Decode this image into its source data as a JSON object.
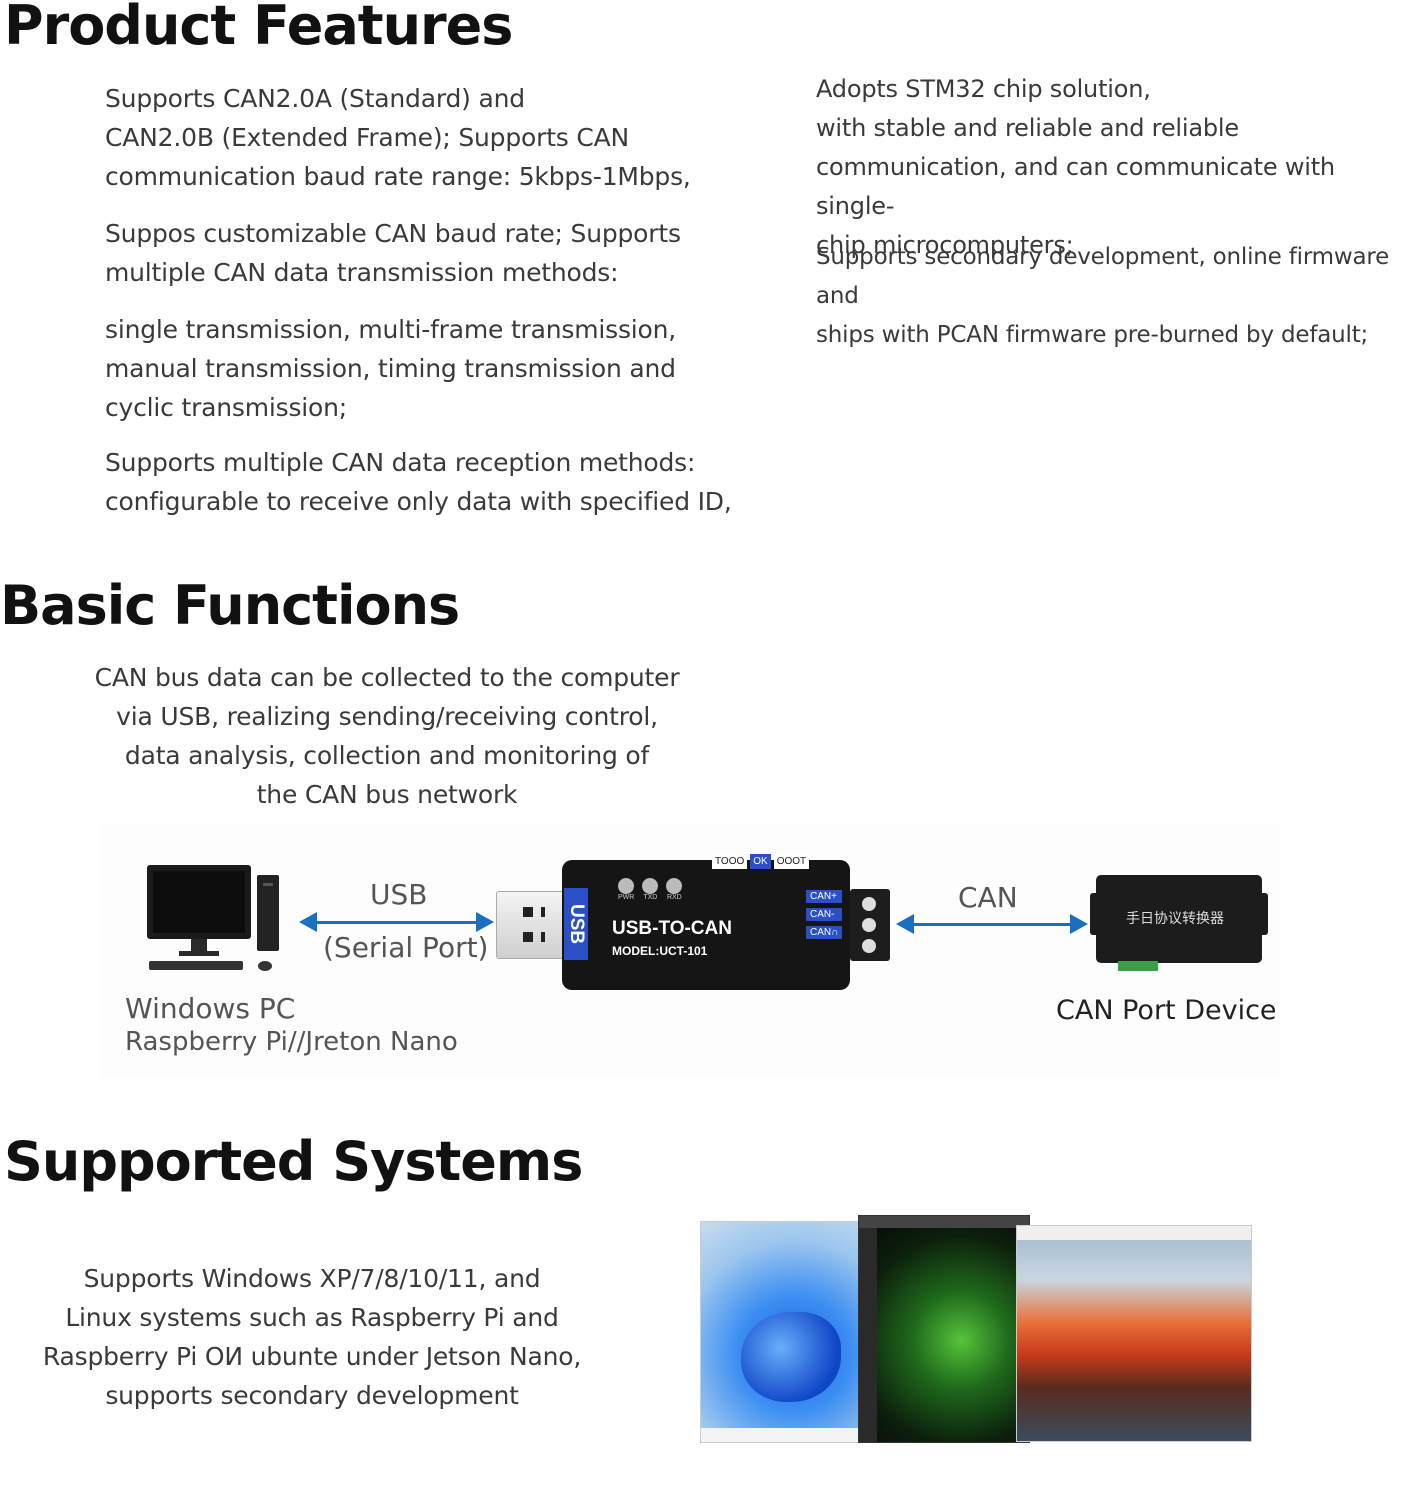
{
  "features": {
    "title": "Product Features",
    "left": [
      [
        "Supports CAN2.0A (Standard) and",
        "CAN2.0B (Extended Frame); Supports CAN",
        "communication baud rate range: 5kbps-1Mbps,"
      ],
      [
        "Suppos customizable CAN baud rate; Supports",
        "multiple CAN data transmission methods:"
      ],
      [
        "single transmission, multi-frame transmission,",
        "manual transmission, timing transmission and",
        "cyclic transmission;"
      ],
      [
        "Supports multiple CAN data reception methods:",
        "configurable to receive only data with specified ID,"
      ]
    ],
    "right": [
      [
        "Adopts STM32  chip solution,",
        "with stable and reliable and reliable",
        "communication, and can communicate with single-",
        "chip microcomputers;"
      ],
      [
        "Supports secondary development, online firmware and",
        "ships with PCAN firmware pre-burned by default;"
      ]
    ]
  },
  "basic": {
    "title": "Basic Functions",
    "lines": [
      "CAN bus data can be collected to the computer",
      "via USB, realizing sending/receiving control,",
      "data analysis, collection and monitoring of",
      "the CAN bus network"
    ]
  },
  "diagram": {
    "usb_label": "USB",
    "serial_label": "(Serial Port)",
    "can_label": "CAN",
    "pc_line1": "Windows PC",
    "pc_line2": "Raspberry Pi//Jreton Nano",
    "device_label": "CAN Port Device",
    "dongle_side": "USB",
    "dongle_title": "USB-TO-CAN",
    "dongle_model": "MODEL:UCT-101",
    "dongle_top": [
      "TOOO",
      "OK",
      "OOOT"
    ],
    "dongle_leds": [
      "PWR",
      "TXD",
      "RXD"
    ],
    "dongle_ports": [
      "CAN+",
      "CAN-",
      "CAN∩"
    ],
    "device_text": "手日协议转换器",
    "colors": {
      "arrow": "#1a6fc0",
      "usb_blue": "#2b4fc7"
    }
  },
  "systems": {
    "title": "Supported Systems",
    "lines": [
      "Supports Windows XP/7/8/10/11, and",
      "Linux systems such as Raspberry Pi and",
      "Raspberry Pi OИ ubunte under Jetson Nano,",
      "supports secondary development"
    ]
  }
}
